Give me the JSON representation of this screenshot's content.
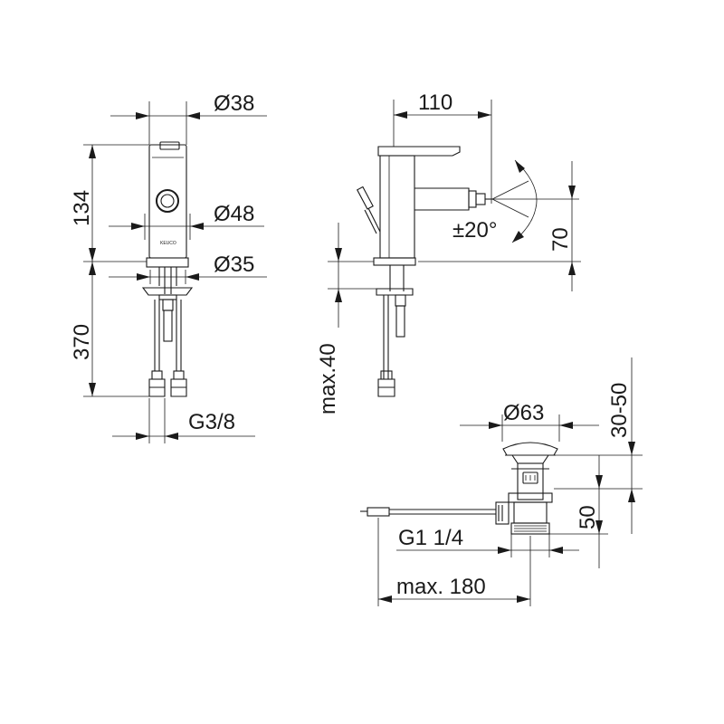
{
  "brand": "KEUCO",
  "dimensions": {
    "front_top_diameter": "Ø38",
    "front_height": "134",
    "front_outlet_diameter": "Ø48",
    "front_base_diameter": "Ø35",
    "front_hose_length": "370",
    "front_connection_thread": "G3/8",
    "side_projection": "110",
    "side_swivel_angle": "±20°",
    "side_outlet_height": "70",
    "side_max_thickness": "max.40",
    "waste_diameter": "Ø63",
    "waste_range": "30-50",
    "waste_height": "50",
    "waste_thread": "G1 1/4",
    "waste_max_length": "max. 180"
  },
  "colors": {
    "ink": "#1a1a1a",
    "background": "#ffffff"
  }
}
